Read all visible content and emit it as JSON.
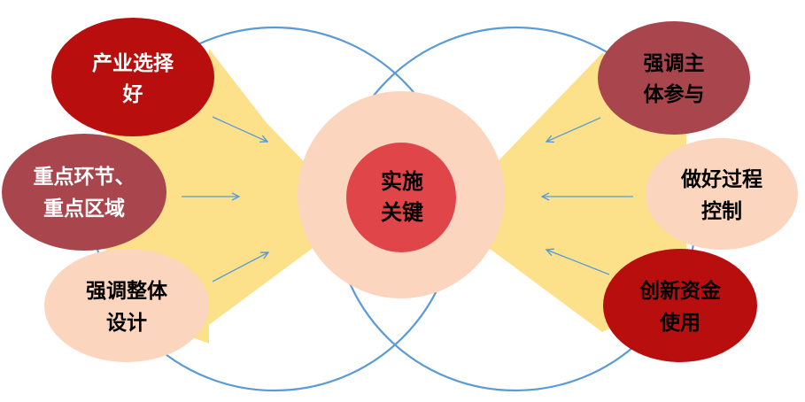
{
  "center": {
    "line1": "实施",
    "line2": "关键"
  },
  "left_nodes": [
    {
      "line1": "产业选择",
      "line2": "好",
      "fill": "#b90e0e",
      "text_color": "#ffffff"
    },
    {
      "line1": "重点环节、",
      "line2": "重点区域",
      "fill": "#a9454d",
      "text_color": "#ffffff"
    },
    {
      "line1": "强调整体",
      "line2": "设计",
      "fill": "#fbd5bd",
      "text_color": "#000000"
    }
  ],
  "right_nodes": [
    {
      "line1": "强调主",
      "line2": "体参与",
      "fill": "#a9454d",
      "text_color": "#ffffff"
    },
    {
      "line1": "做好过程",
      "line2": "控制",
      "fill": "#fbd5bd",
      "text_color": "#000000"
    },
    {
      "line1": "创新资金",
      "line2": "使用",
      "fill": "#b90e0e",
      "text_color": "#ffffff"
    }
  ],
  "colors": {
    "ring_stroke": "#5b9bd5",
    "funnel_fill": "#fde08a",
    "center_outer": "#fbd5bd",
    "center_inner": "#e0454a",
    "arrow": "#5b9bd5"
  }
}
